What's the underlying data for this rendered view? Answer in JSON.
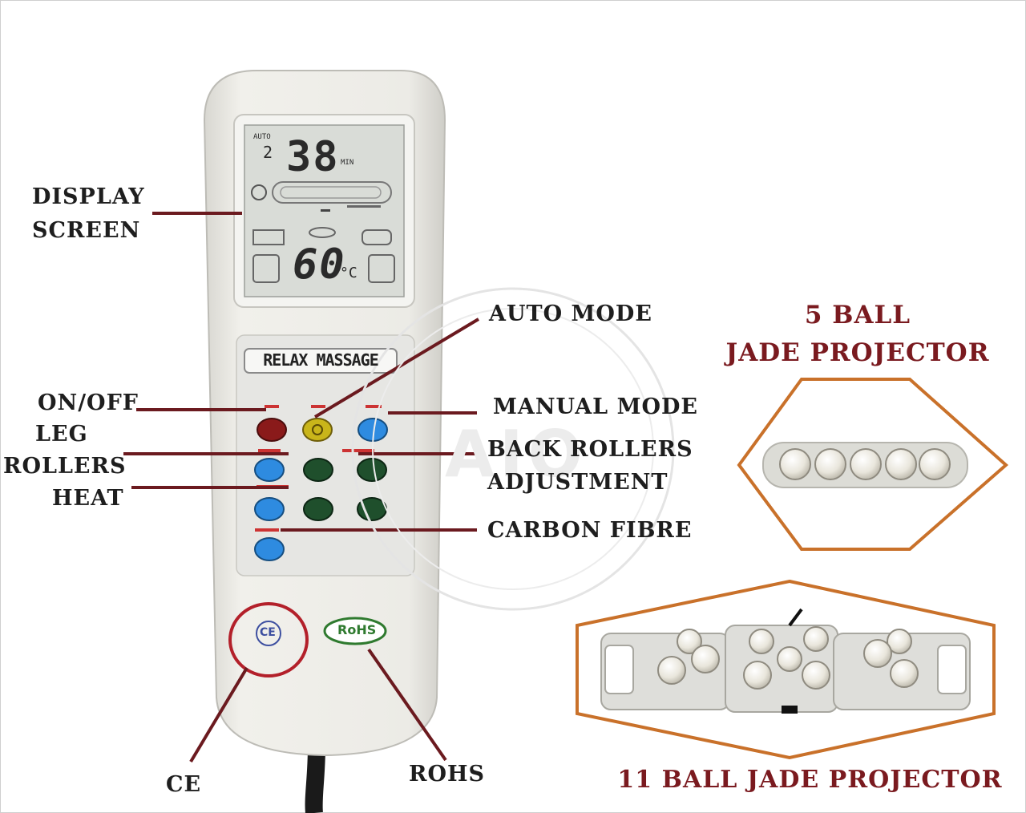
{
  "labels": {
    "display_screen_line1": "DISPLAY",
    "display_screen_line2": "SCREEN",
    "auto_mode": "AUTO MODE",
    "on_off": "ON/OFF",
    "leg": "LEG",
    "rollers": "ROLLERS",
    "heat": "HEAT",
    "manual_mode": "MANUAL MODE",
    "back_rollers": "BACK ROLLERS",
    "adjustment": "ADJUSTMENT",
    "carbon_fibre": "CARBON FIBRE",
    "ce": "CE",
    "rohs": "ROHS"
  },
  "products": {
    "five_ball_line1": "5 BALL",
    "five_ball_line2": "JADE PROJECTOR",
    "eleven_ball": "11 BALL JADE PROJECTOR"
  },
  "remote": {
    "brand_label": "RELAX MASSAGE",
    "lcd": {
      "auto_tag": "AUTO",
      "mode_number": "2",
      "timer_value": "38",
      "timer_unit": "MIN",
      "temperature_value": "60",
      "temperature_unit": "°C"
    },
    "ce_mark": "CE",
    "rohs_mark": "RoHS"
  },
  "watermark": "AIO",
  "colors": {
    "label_text": "#1e1e1e",
    "title_text": "#7a1a1f",
    "pointer_line": "#6b1a1f",
    "hexagon_outline": "#c9712a",
    "circle_highlight": "#b3202a",
    "button_red": "#8a1a1a",
    "button_yellow": "#c9b51a",
    "button_blue": "#2e8be0",
    "button_green": "#1f4f2c",
    "remote_body": "#ecebe6",
    "lcd_background": "#d9dcd7"
  }
}
